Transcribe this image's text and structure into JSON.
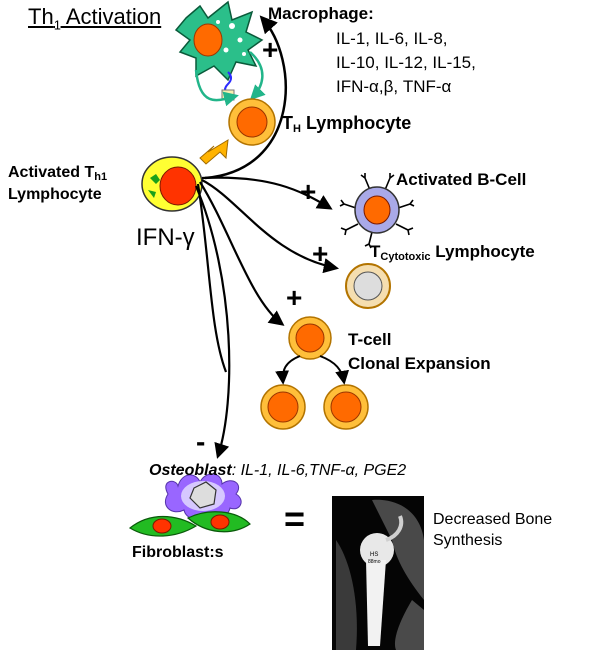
{
  "title": {
    "prefix": "Th",
    "sub": "1",
    "suffix": " Activation"
  },
  "macrophage": {
    "heading": "Macrophage:",
    "cytokines": [
      "IL-1, IL-6, IL-8,",
      "IL-10, IL-12, IL-15,",
      "IFN-α,β, TNF-α"
    ]
  },
  "th_lymphocyte": {
    "prefix": "T",
    "sub": "H",
    "suffix": " Lymphocyte"
  },
  "activated_th1": {
    "line1_prefix": "Activated T",
    "line1_sub": "h1",
    "line2": "Lymphocyte"
  },
  "ifn_gamma": "IFN-γ",
  "b_cell": "Activated B-Cell",
  "t_cytotoxic": {
    "prefix": "T",
    "sub": "Cytotoxic",
    "suffix": " Lymphocyte"
  },
  "clonal": {
    "line1": "T-cell",
    "line2": "Clonal Expansion"
  },
  "signs": {
    "plus": "+",
    "minus": "-",
    "equals": "="
  },
  "osteoblast": {
    "label": "Osteoblast",
    "rest": ": IL-1, IL-6,TNF-α, PGE2"
  },
  "fibroblasts": "Fibroblast:s",
  "outcome": {
    "line1": "Decreased Bone",
    "line2": "Synthesis"
  },
  "xray": {
    "implant_text1": "HS",
    "implant_text2": "88mo"
  },
  "colors": {
    "cell_nucleus": "#ff6a00",
    "lymph_ring": "#ffbf3a",
    "th1_cell": "#ffff33",
    "macrophage": "#2bbf8a",
    "b_cell": "#a9a9e8",
    "osteoblast": "#9966ff",
    "fibroblast": "#22bb22",
    "arrow_fill": "#ffb300"
  }
}
